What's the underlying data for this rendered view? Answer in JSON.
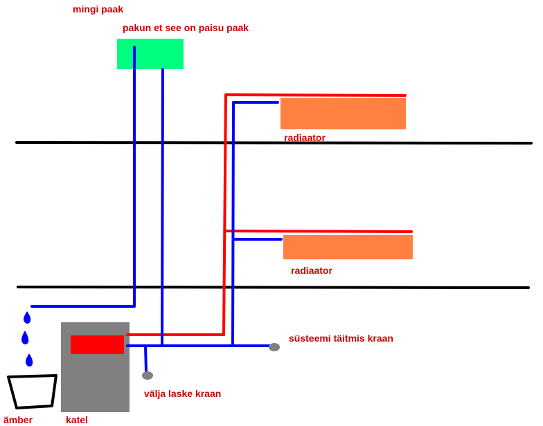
{
  "colors": {
    "hot_pipe": "#ff0000",
    "cold_pipe": "#0000ff",
    "floor": "#000000",
    "expansion_tank": "#00ff7f",
    "radiator": "#ff8040",
    "boiler": "#808080",
    "burner": "#ff0000",
    "valve": "#808080",
    "label": "#cc0000",
    "water_drop": "#0000ff",
    "bucket": "#000000"
  },
  "labels": {
    "tank_note": "mingi paak",
    "tank_desc": "pakun et see on paisu paak",
    "radiator_upper": "radiaator",
    "radiator_lower": "radiaator",
    "fill_valve": "süsteemi täitmis kraan",
    "drain_valve": "välja laske kraan",
    "bucket": "ämber",
    "boiler": "katel"
  }
}
